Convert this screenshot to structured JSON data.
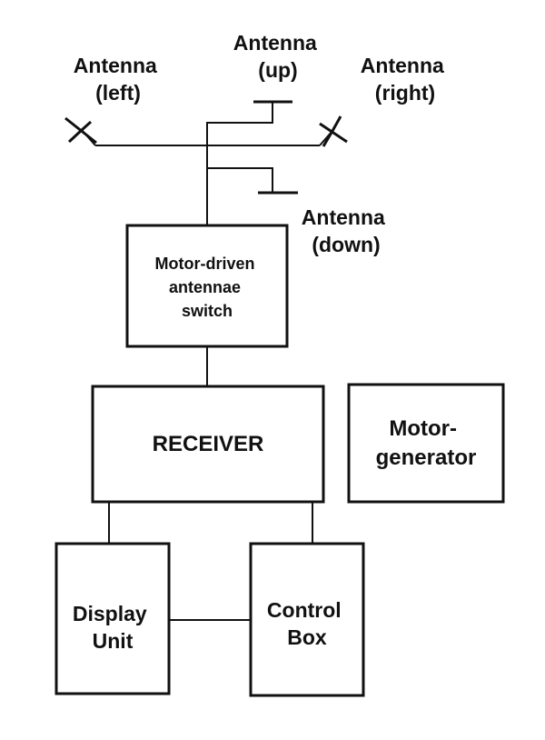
{
  "antennas": {
    "left": [
      "Antenna",
      "(left)"
    ],
    "up": [
      "Antenna",
      "(up)"
    ],
    "right": [
      "Antenna",
      "(right)"
    ],
    "down": [
      "Antenna",
      "(down)"
    ]
  },
  "blocks": {
    "switch": [
      "Motor-driven",
      "antennae",
      "switch"
    ],
    "receiver": [
      "RECEIVER"
    ],
    "motor_generator": [
      "Motor-",
      "generator"
    ],
    "display_unit": [
      "Display",
      "Unit"
    ],
    "control_box": [
      "Control",
      "Box"
    ]
  }
}
